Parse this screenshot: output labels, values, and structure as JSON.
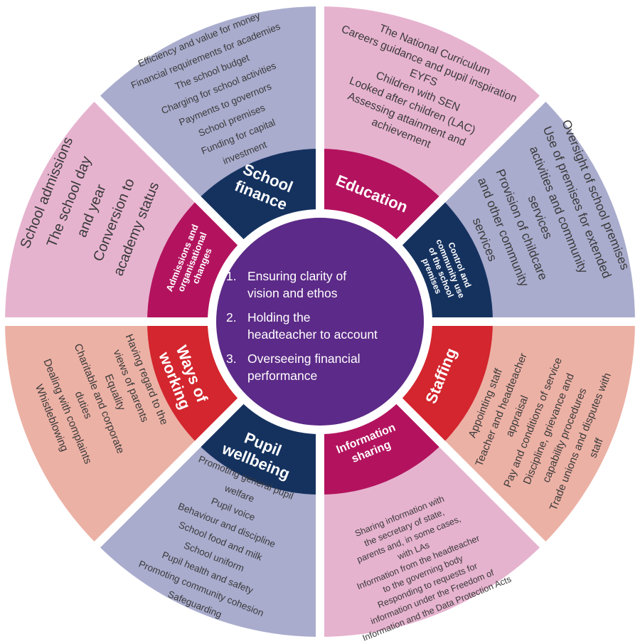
{
  "colors": {
    "outer_lavender": "#a9accd",
    "outer_pink": "#e6b3cf",
    "outer_salmon": "#ecb1a5",
    "inner_navy": "#15325f",
    "inner_magenta": "#b3135e",
    "inner_red": "#d3262e",
    "center_purple": "#5c2a88",
    "item_text": "#3a3a3a"
  },
  "center": {
    "items": [
      {
        "num": "1.",
        "lines": [
          "Ensuring clarity of",
          "vision and ethos"
        ]
      },
      {
        "num": "2.",
        "lines": [
          "Holding the",
          "headteacher to account"
        ]
      },
      {
        "num": "3.",
        "lines": [
          "Overseeing financial",
          "performance"
        ]
      }
    ]
  },
  "segments": [
    {
      "id": "school-finance",
      "label_lines": [
        "School",
        "finance"
      ],
      "items": [
        "Efficiency and value for money",
        "Financial requirements for academies",
        "The school budget",
        "Charging for school activities",
        "Payments to governors",
        "School premises",
        "Funding for capital",
        "investment"
      ]
    },
    {
      "id": "education",
      "label_lines": [
        "Education"
      ],
      "items": [
        "The National Curriculum",
        "Careers guidance and pupil inspiration",
        "EYFS",
        "Children with SEN",
        "Looked after children (LAC)",
        "Assessing attainment and",
        "achievement"
      ]
    },
    {
      "id": "control-community-use",
      "label_lines": [
        "Control and",
        "community use",
        "of the school",
        "premises"
      ],
      "items": [
        "Oversight of school premises",
        "Use of premises for extended",
        "activities and community",
        "services",
        "Provision of childcare",
        "and other community",
        "services"
      ]
    },
    {
      "id": "staffing",
      "label_lines": [
        "Staffing"
      ],
      "items": [
        "Appointing staff",
        "Teacher and headteacher",
        "appraisal",
        "Pay and conditions of service",
        "Discipline, grievance and",
        "capability procedures",
        "Trade unions and disputes with",
        "staff"
      ]
    },
    {
      "id": "information-sharing",
      "label_lines": [
        "Information",
        "sharing"
      ],
      "items": [
        "Sharing information with",
        "the secretary of state,",
        "parents and, in some cases,",
        "with LAs",
        "Information from the headteacher",
        "to the governing body",
        "Responding to requests for",
        "information under the Freedom of",
        "Information and the Data Protection Acts"
      ]
    },
    {
      "id": "pupil-wellbeing",
      "label_lines": [
        "Pupil",
        "wellbeing"
      ],
      "items": [
        "Promoting general pupil",
        "welfare",
        "Pupil voice",
        "Behaviour and discipline",
        "School food and milk",
        "School uniform",
        "Pupil health and safety",
        "Promoting community cohesion",
        "Safeguarding"
      ]
    },
    {
      "id": "ways-of-working",
      "label_lines": [
        "Ways of",
        "working"
      ],
      "items": [
        "Having regard to the",
        "views of parents",
        "Equality",
        "Charitable and corporate",
        "duties",
        "Dealing with complaints",
        "Whistleblowing"
      ]
    },
    {
      "id": "admissions",
      "label_lines": [
        "Admissions and",
        "organisational",
        "changes"
      ],
      "items": [
        "School admissions",
        "The school day",
        "and year",
        "Conversion to",
        "academy status"
      ]
    }
  ]
}
